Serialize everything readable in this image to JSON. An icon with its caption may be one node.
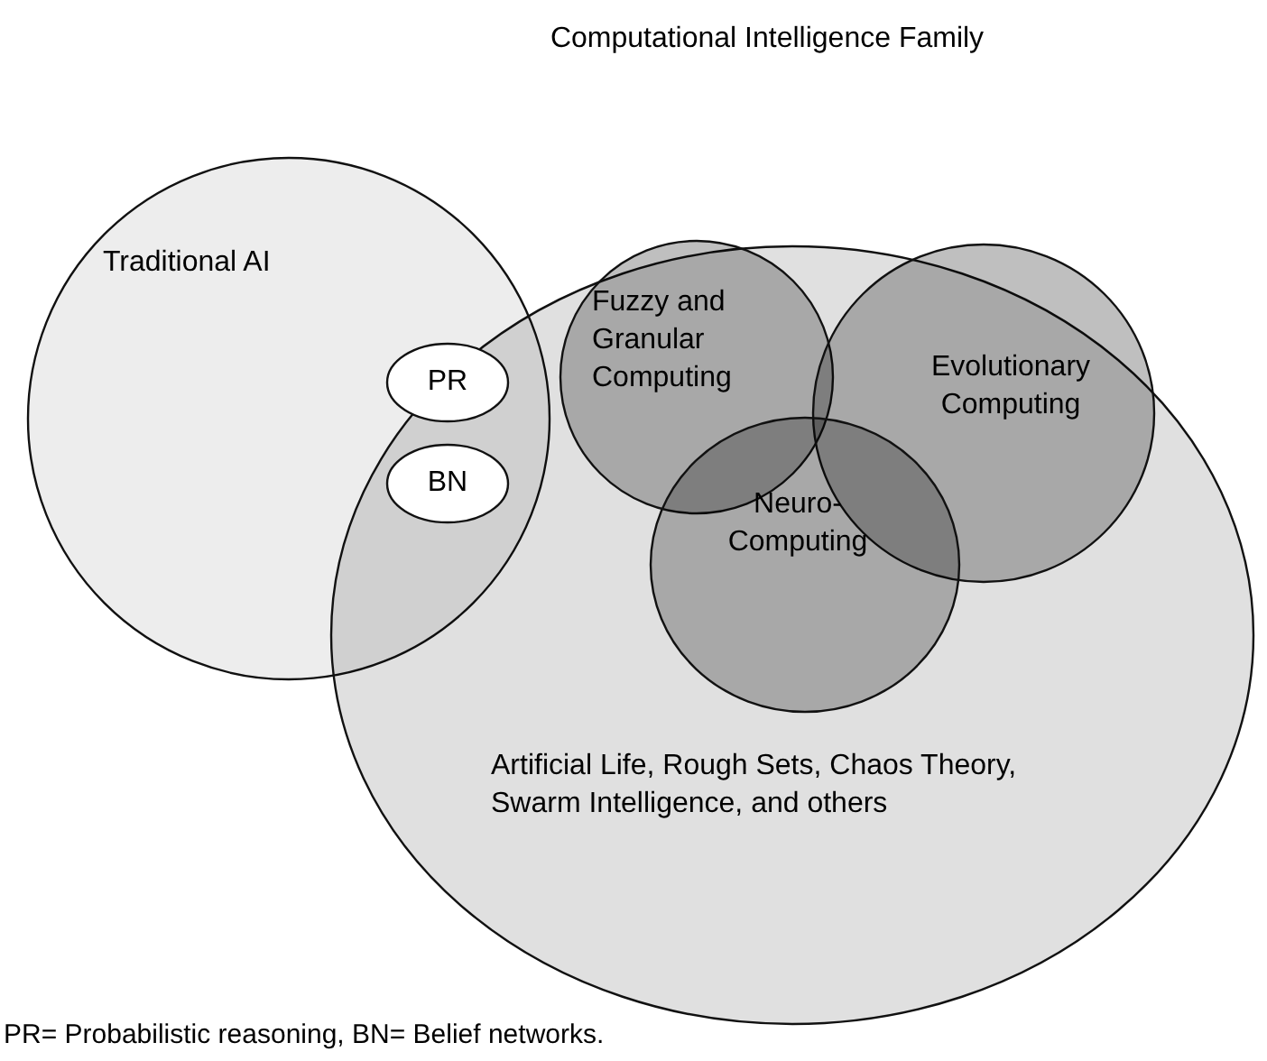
{
  "diagram": {
    "title": "Computational Intelligence Family",
    "nodes": [
      {
        "text": [
          "Traditional AI"
        ]
      },
      {
        "text": [
          "Artificial Life, Rough Sets, Chaos Theory, Swarm Intelligence, and others"
        ]
      },
      {
        "text": [
          "Fuzzy and Granular Computing"
        ],
        "in": 1
      },
      {
        "text": [
          "Evolutionary Computing"
        ],
        "in": 1
      },
      {
        "text": [
          "Neuro-Computing"
        ],
        "in": 1
      },
      {
        "text": [
          "PR"
        ]
      },
      {
        "text": [
          "BN"
        ]
      }
    ],
    "labels": [
      "PR= Probabilistic reasoning, BN= Belief networks."
    ]
  }
}
